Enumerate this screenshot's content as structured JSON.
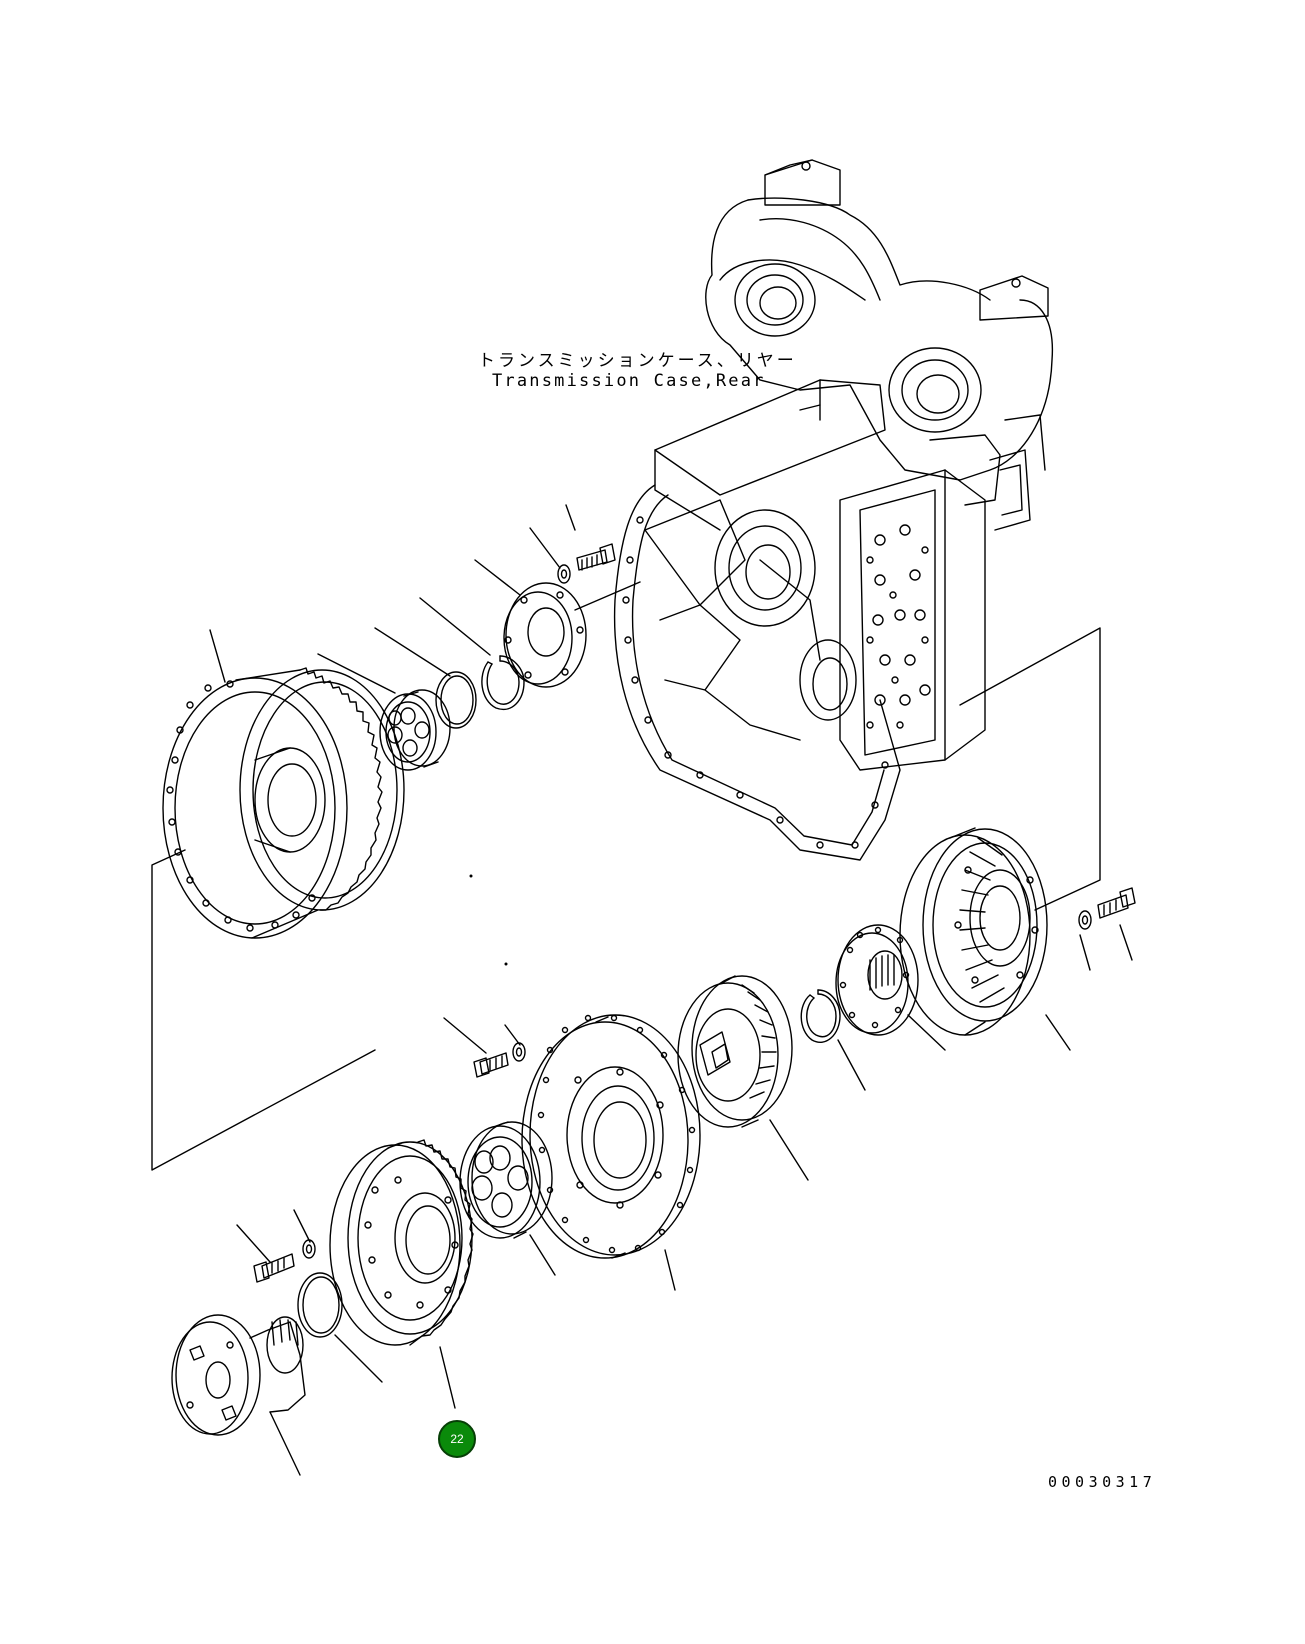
{
  "diagram": {
    "case_label_jp": "トランスミッションケース、リヤー",
    "case_label_en": "Transmission Case,Rear",
    "figure_id": "00030317",
    "callout": {
      "number": "22",
      "color": "#0a8a0a"
    }
  }
}
